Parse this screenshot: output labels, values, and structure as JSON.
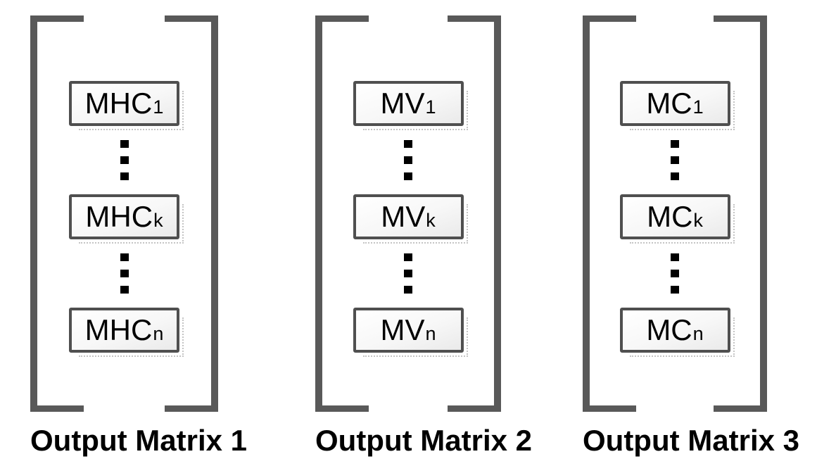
{
  "figure": {
    "type": "matrix-diagram",
    "description_visible_text_only": true
  },
  "colors": {
    "bracket": "#595959",
    "box_border": "#4f4f4f",
    "box_fill_top": "#ffffff",
    "box_fill_bottom": "#eaeaea",
    "text": "#000000",
    "shadow_dots": "#c4c4c4",
    "background": "#ffffff"
  },
  "matrices": [
    {
      "label": "Output Matrix 1",
      "cells": [
        {
          "base": "MHC",
          "sub": "1"
        },
        {
          "base": "MHC",
          "sub": "k"
        },
        {
          "base": "MHC",
          "sub": "n"
        }
      ]
    },
    {
      "label": "Output Matrix 2",
      "cells": [
        {
          "base": "MV",
          "sub": "1"
        },
        {
          "base": "MV",
          "sub": "k"
        },
        {
          "base": "MV",
          "sub": "n"
        }
      ]
    },
    {
      "label": "Output Matrix 3",
      "cells": [
        {
          "base": "MC",
          "sub": "1"
        },
        {
          "base": "MC",
          "sub": "k"
        },
        {
          "base": "MC",
          "sub": "n"
        }
      ]
    }
  ]
}
